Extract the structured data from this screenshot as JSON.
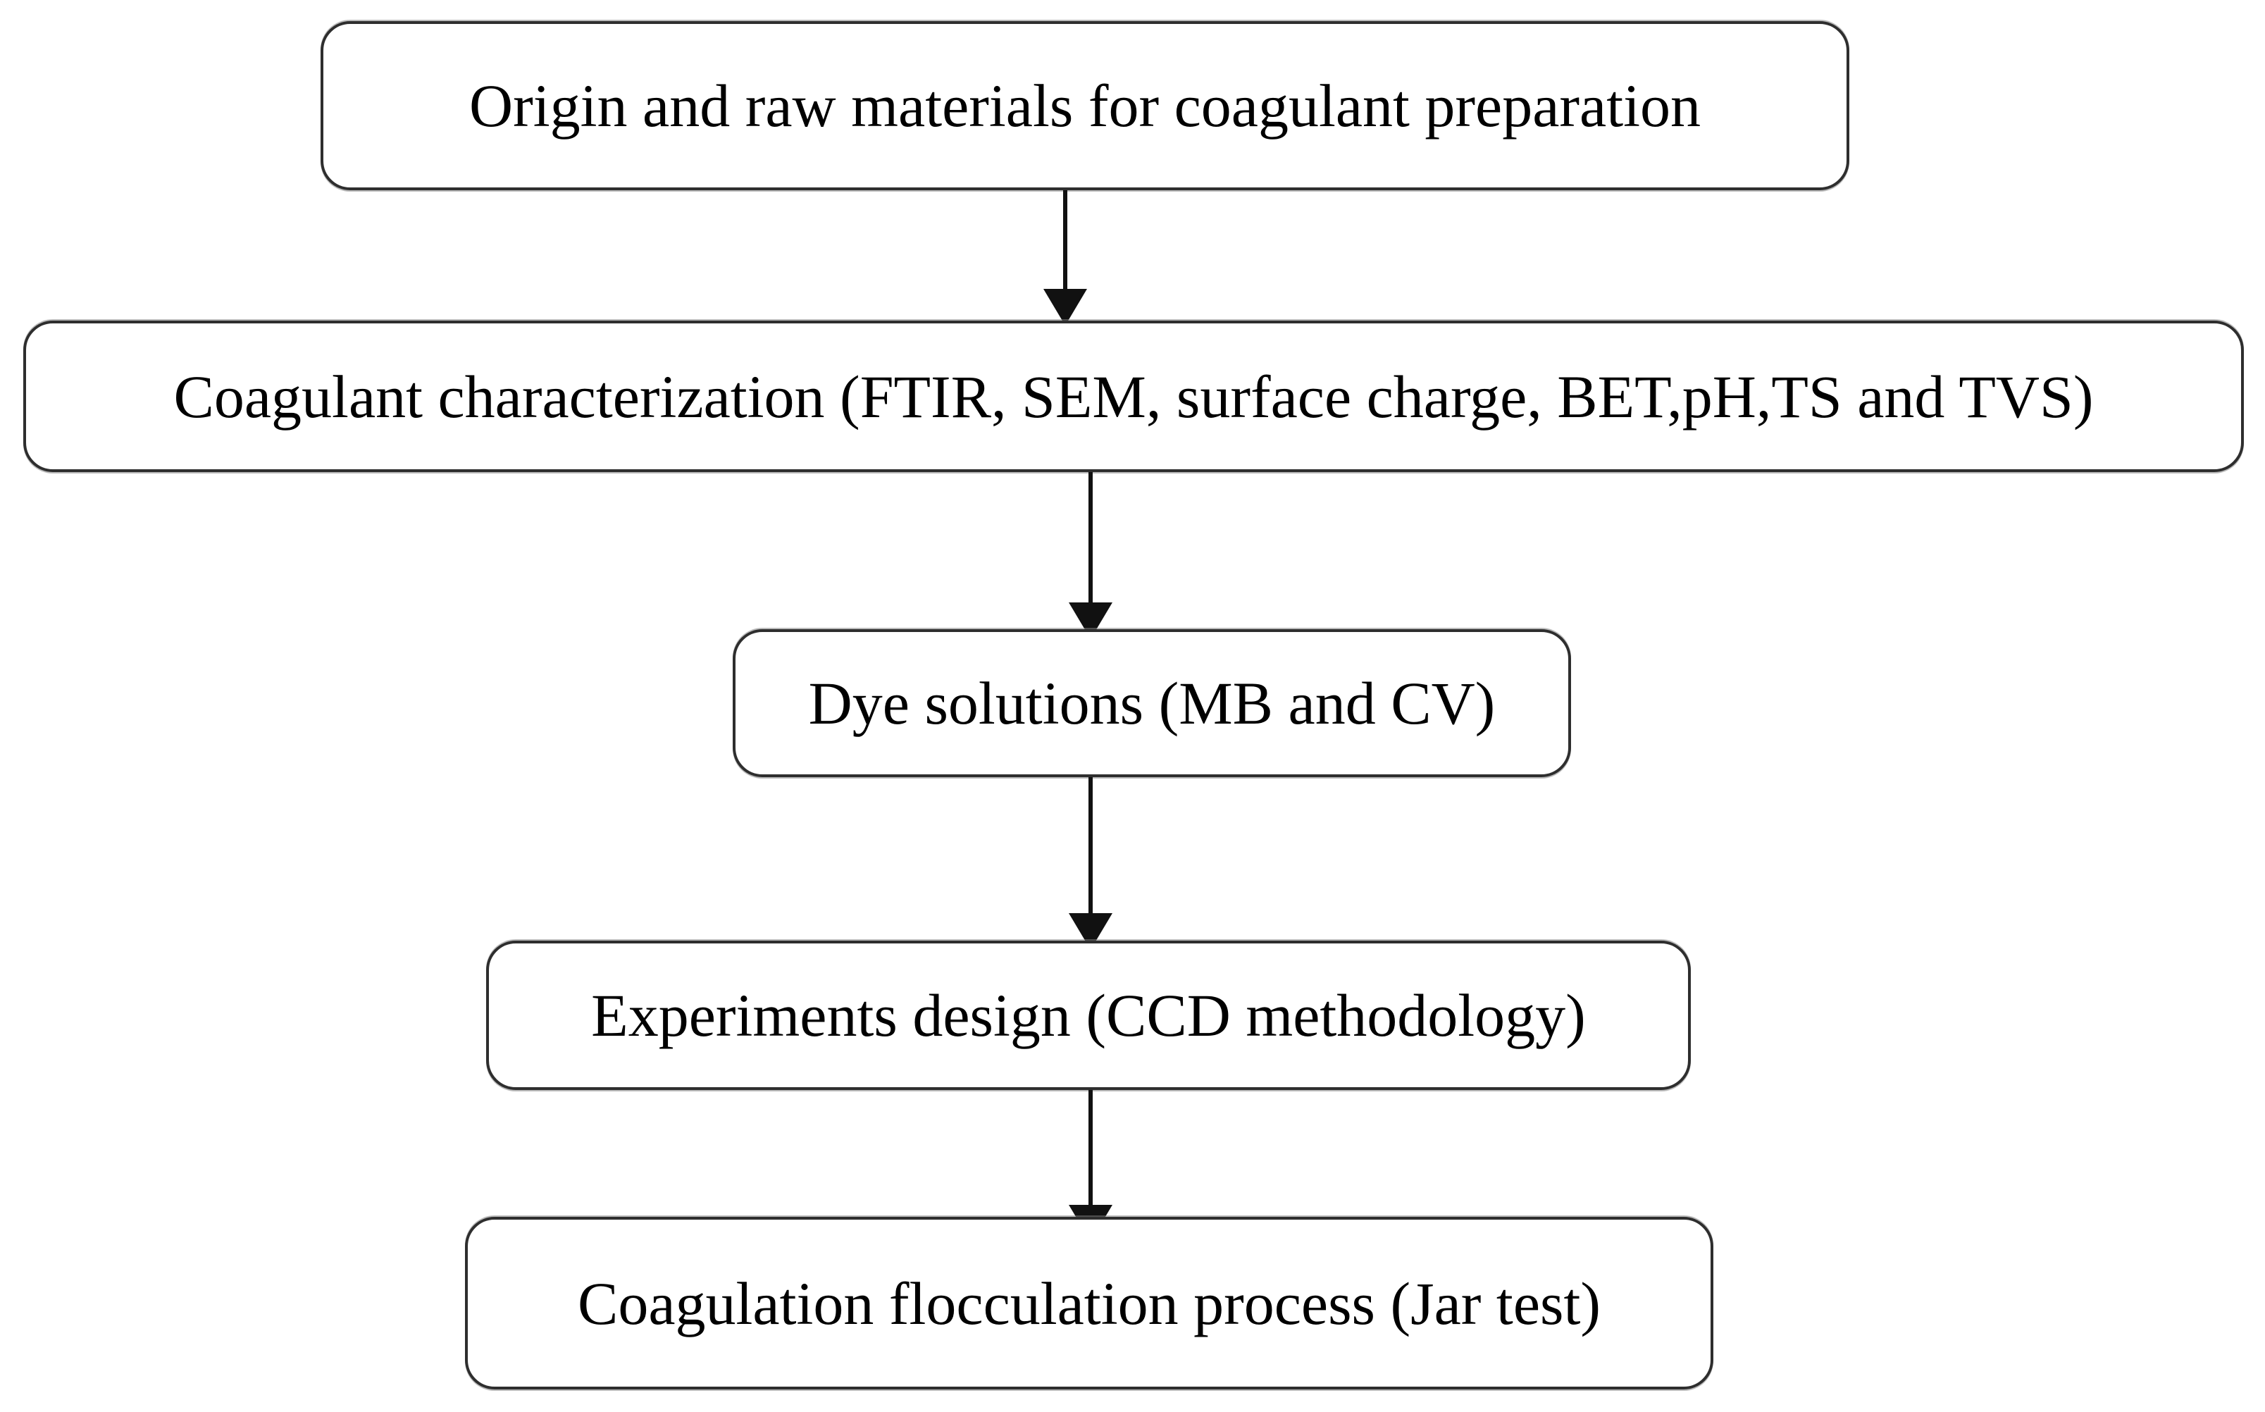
{
  "flowchart": {
    "background_color": "#ffffff",
    "box_border_color": "#2e2e2e",
    "text_color": "#000000",
    "arrow_color": "#111111",
    "nodes": [
      {
        "id": "origin-raw-materials",
        "label": "Origin and raw materials for coagulant preparation"
      },
      {
        "id": "coagulant-characterization",
        "label": "Coagulant characterization (FTIR, SEM, surface charge, BET,pH,TS and TVS)"
      },
      {
        "id": "dye-solutions",
        "label": "Dye solutions (MB and CV)"
      },
      {
        "id": "experiments-design",
        "label": "Experiments design (CCD methodology)"
      },
      {
        "id": "coagulation-flocculation",
        "label": "Coagulation flocculation process (Jar test)"
      }
    ],
    "edges": [
      {
        "from": "origin-raw-materials",
        "to": "coagulant-characterization"
      },
      {
        "from": "coagulant-characterization",
        "to": "dye-solutions"
      },
      {
        "from": "dye-solutions",
        "to": "experiments-design"
      },
      {
        "from": "experiments-design",
        "to": "coagulation-flocculation"
      }
    ]
  }
}
